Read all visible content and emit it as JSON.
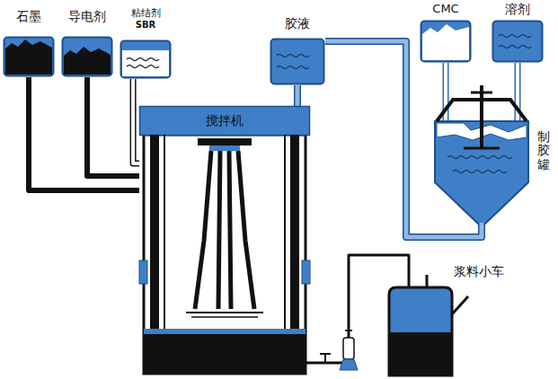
{
  "diagram": {
    "nodes": [
      {
        "text": [
          "石墨"
        ]
      },
      {
        "text": [
          "导电剂"
        ]
      },
      {
        "text": [
          "粘结剂",
          "SBR"
        ]
      },
      {
        "text": [
          "胶液"
        ]
      },
      {
        "text": [
          "CMC"
        ]
      },
      {
        "text": [
          "溶剂"
        ]
      },
      {
        "text": [
          "搅拌机"
        ]
      },
      {
        "text": [
          "制胶罐"
        ]
      },
      {
        "text": [
          "浆料小车"
        ]
      }
    ],
    "edges": [
      {
        "from": 0,
        "to": 6,
        "arrow": "none"
      },
      {
        "from": 1,
        "to": 6,
        "arrow": "none"
      },
      {
        "from": 2,
        "to": 6,
        "arrow": "none"
      },
      {
        "from": 3,
        "to": 6,
        "arrow": "none"
      },
      {
        "from": 4,
        "to": 7,
        "arrow": "none"
      },
      {
        "from": 5,
        "to": 7,
        "arrow": "none"
      },
      {
        "from": 7,
        "to": 3,
        "arrow": "none"
      },
      {
        "from": 6,
        "to": 8,
        "arrow": "none"
      }
    ]
  }
}
